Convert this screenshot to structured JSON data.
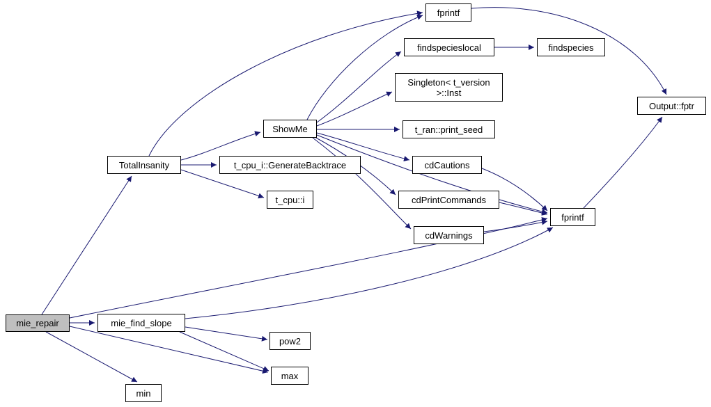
{
  "graph": {
    "type": "call-graph",
    "colors": {
      "edge": "#191970",
      "node_border": "#000000",
      "node_fill": "#ffffff",
      "highlight_fill": "#bfbfbf"
    },
    "nodes": {
      "mie_repair": {
        "label": "mie_repair",
        "highlighted": true
      },
      "total_insanity": {
        "label": "TotalInsanity"
      },
      "show_me": {
        "label": "ShowMe"
      },
      "generate_backtrace": {
        "label": "t_cpu_i::GenerateBacktrace"
      },
      "t_cpu_i": {
        "label": "t_cpu::i"
      },
      "fprintf_top": {
        "label": "fprintf"
      },
      "findspecieslocal": {
        "label": "findspecieslocal"
      },
      "findspecies": {
        "label": "findspecies"
      },
      "singleton_inst": {
        "label": "Singleton< t_version\n>::Inst"
      },
      "print_seed": {
        "label": "t_ran::print_seed"
      },
      "cd_cautions": {
        "label": "cdCautions"
      },
      "cd_print_commands": {
        "label": "cdPrintCommands"
      },
      "cd_warnings": {
        "label": "cdWarnings"
      },
      "fprintf_right": {
        "label": "fprintf"
      },
      "output_fptr": {
        "label": "Output::fptr"
      },
      "mie_find_slope": {
        "label": "mie_find_slope"
      },
      "pow2": {
        "label": "pow2"
      },
      "max": {
        "label": "max"
      },
      "min": {
        "label": "min"
      }
    },
    "edges": [
      {
        "from": "mie_repair",
        "to": "total_insanity"
      },
      {
        "from": "mie_repair",
        "to": "fprintf_right"
      },
      {
        "from": "mie_repair",
        "to": "mie_find_slope"
      },
      {
        "from": "mie_repair",
        "to": "max"
      },
      {
        "from": "mie_repair",
        "to": "min"
      },
      {
        "from": "total_insanity",
        "to": "fprintf_top"
      },
      {
        "from": "total_insanity",
        "to": "show_me"
      },
      {
        "from": "total_insanity",
        "to": "generate_backtrace"
      },
      {
        "from": "total_insanity",
        "to": "t_cpu_i"
      },
      {
        "from": "show_me",
        "to": "fprintf_top"
      },
      {
        "from": "show_me",
        "to": "findspecieslocal"
      },
      {
        "from": "show_me",
        "to": "singleton_inst"
      },
      {
        "from": "show_me",
        "to": "print_seed"
      },
      {
        "from": "show_me",
        "to": "cd_cautions"
      },
      {
        "from": "show_me",
        "to": "cd_print_commands"
      },
      {
        "from": "show_me",
        "to": "cd_warnings"
      },
      {
        "from": "show_me",
        "to": "fprintf_right"
      },
      {
        "from": "findspecieslocal",
        "to": "findspecies"
      },
      {
        "from": "fprintf_top",
        "to": "output_fptr"
      },
      {
        "from": "fprintf_right",
        "to": "output_fptr"
      },
      {
        "from": "cd_cautions",
        "to": "fprintf_right"
      },
      {
        "from": "cd_print_commands",
        "to": "fprintf_right"
      },
      {
        "from": "cd_warnings",
        "to": "fprintf_right"
      },
      {
        "from": "mie_find_slope",
        "to": "fprintf_right"
      },
      {
        "from": "mie_find_slope",
        "to": "pow2"
      },
      {
        "from": "mie_find_slope",
        "to": "max"
      }
    ]
  }
}
